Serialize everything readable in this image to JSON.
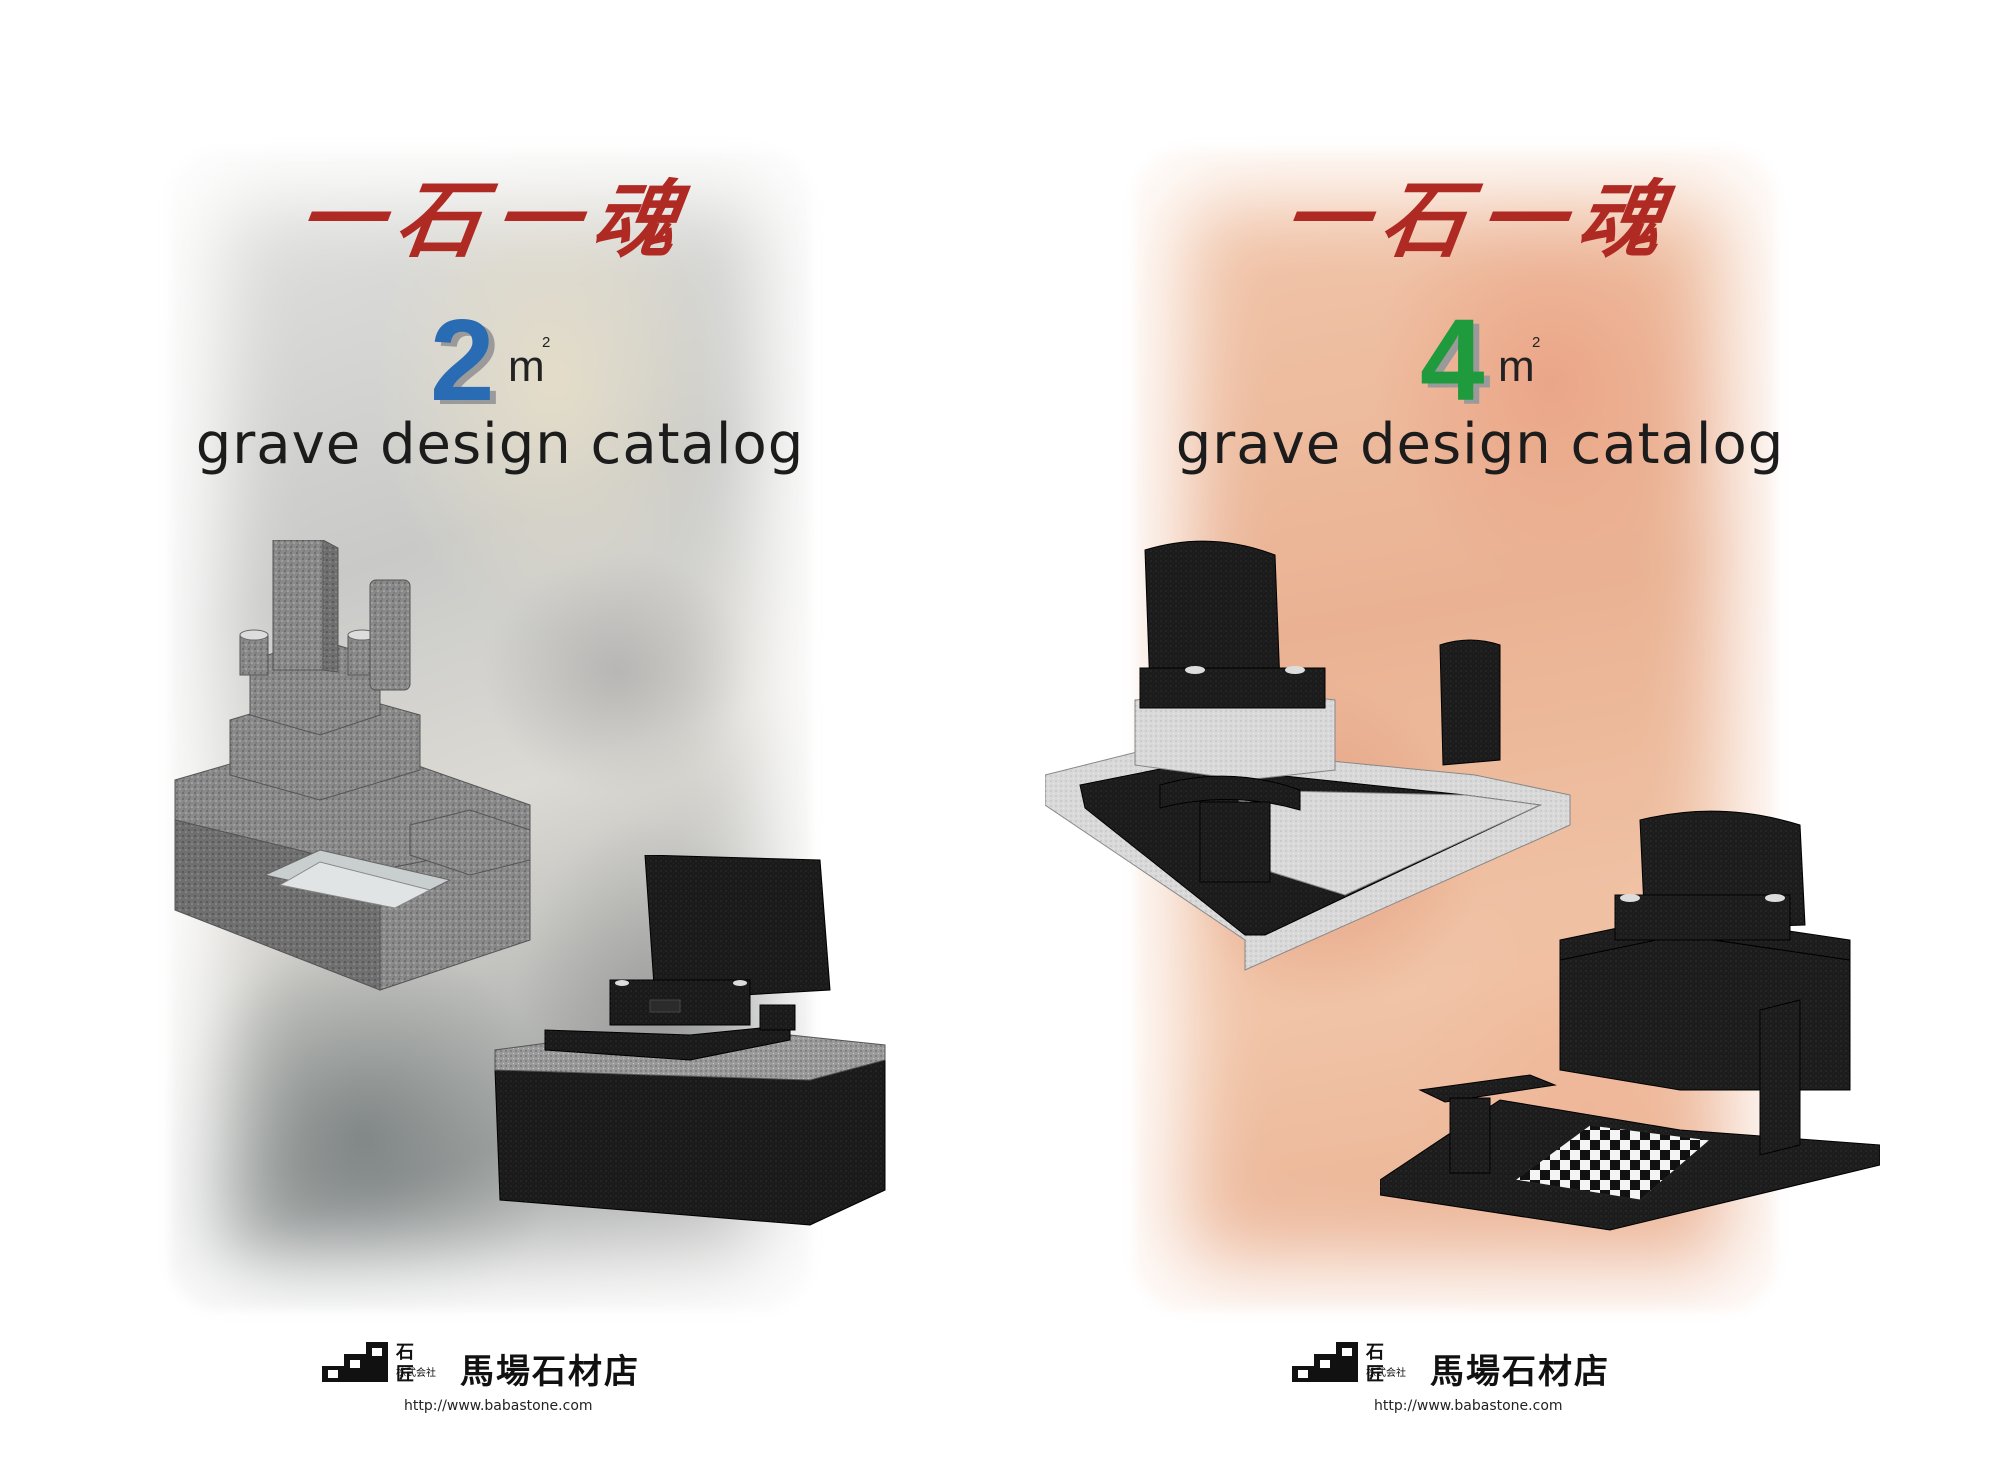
{
  "covers": [
    {
      "title": "一石一魂",
      "area_number": "2",
      "area_unit": "m",
      "area_superscript": "2",
      "subtitle": "grave design catalog",
      "brand_small": "石匠",
      "brand_tiny": "株式会社",
      "brand_name": "馬場石材店",
      "url": "http://www.babastone.com",
      "accent_color": "#2a6cb4"
    },
    {
      "title": "一石一魂",
      "area_number": "4",
      "area_unit": "m",
      "area_superscript": "2",
      "subtitle": "grave design catalog",
      "brand_small": "石匠",
      "brand_tiny": "株式会社",
      "brand_name": "馬場石材店",
      "url": "http://www.babastone.com",
      "accent_color": "#1f9a3c"
    }
  ]
}
